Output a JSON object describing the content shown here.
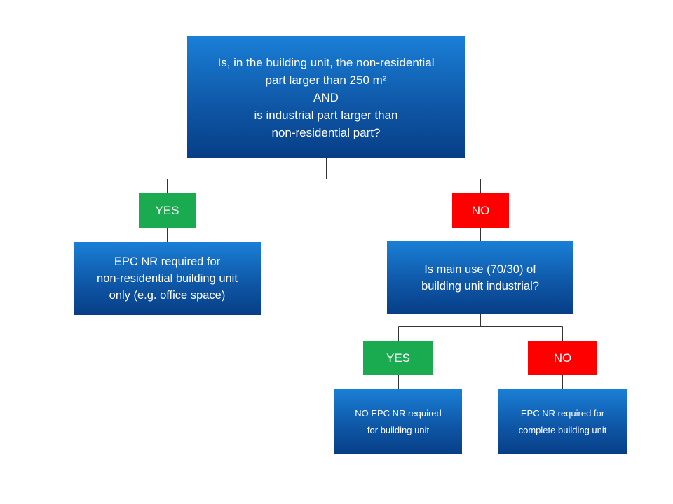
{
  "colors": {
    "box_top": "#1a7fd6",
    "box_bottom": "#073e86",
    "yes": "#1aaa4f",
    "no": "#ff0000",
    "connector": "#333333",
    "text": "#ffffff"
  },
  "nodes": {
    "q1": "Is, in the building unit, the non-residential\npart larger than 250 m²\nAND\nis industrial part larger than\nnon-residential part?",
    "yes1": "YES",
    "no1": "NO",
    "r1": "EPC NR required for\nnon-residential building unit\nonly (e.g. office space)",
    "q2": "Is main use (70/30) of\nbuilding unit industrial?",
    "yes2": "YES",
    "no2": "NO",
    "r2": "NO EPC NR required\nfor building unit",
    "r3": "EPC NR required for\ncomplete building unit"
  }
}
